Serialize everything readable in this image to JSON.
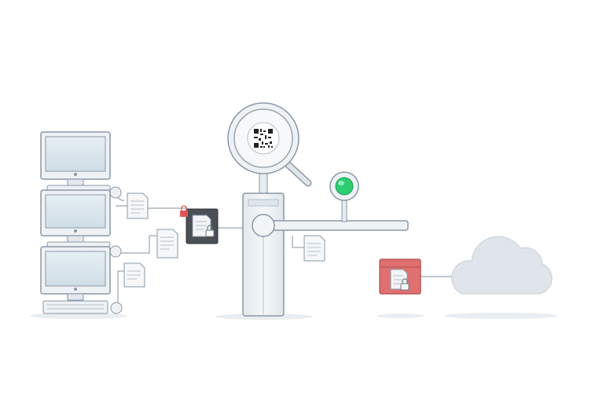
{
  "diagram": {
    "nodes": [
      {
        "id": "workstation-top",
        "kind": "computer",
        "icon": "monitor-icon"
      },
      {
        "id": "workstation-middle",
        "kind": "computer",
        "icon": "monitor-icon"
      },
      {
        "id": "workstation-bottom",
        "kind": "computer",
        "icon": "monitor-icon"
      },
      {
        "id": "file-doc-1",
        "kind": "document",
        "icon": "document-icon"
      },
      {
        "id": "file-doc-2",
        "kind": "document",
        "icon": "document-icon"
      },
      {
        "id": "file-doc-3",
        "kind": "document",
        "icon": "document-icon"
      },
      {
        "id": "locked-file-dark",
        "kind": "encrypted-document",
        "icon": "lock-icon"
      },
      {
        "id": "security-gate",
        "kind": "barrier-gate",
        "icon": "barrier-icon"
      },
      {
        "id": "scanner-magnifier",
        "kind": "inspection",
        "icon": "magnifier-icon"
      },
      {
        "id": "status-light",
        "kind": "indicator",
        "icon": "green-light-icon",
        "state": "green"
      },
      {
        "id": "passed-document",
        "kind": "document",
        "icon": "document-icon"
      },
      {
        "id": "locked-package",
        "kind": "encrypted-package",
        "icon": "lock-icon"
      },
      {
        "id": "cloud",
        "kind": "cloud-storage",
        "icon": "cloud-icon"
      }
    ],
    "colors": {
      "outline": "#8a98a6",
      "screen": "#dce8ef",
      "frame": "#eef2f5",
      "accent_green": "#2ecc71",
      "accent_red": "#e07070",
      "dark_file": "#4a4f55",
      "cloud": "#dfe5ea",
      "lock_red": "#e05555"
    }
  }
}
